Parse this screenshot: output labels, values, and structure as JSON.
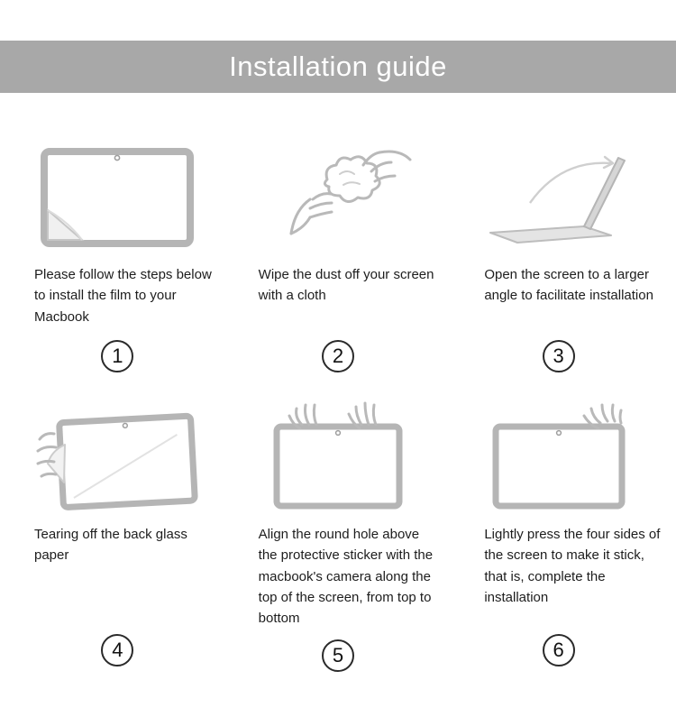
{
  "banner": {
    "title": "Installation guide"
  },
  "colors": {
    "banner_bg": "#a8a8a8",
    "banner_text": "#ffffff",
    "body_text": "#1d1d1d",
    "illustration_line": "#b9b9b9",
    "device_bezel": "#b5b5b5"
  },
  "steps": [
    {
      "number": "1",
      "icon": "tablet-peel-film-icon",
      "text": "Please follow the steps below to install the film to your Macbook"
    },
    {
      "number": "2",
      "icon": "wipe-cloth-icon",
      "text": "Wipe the dust off your screen with a cloth"
    },
    {
      "number": "3",
      "icon": "open-laptop-icon",
      "text": "Open the screen to a larger angle to facilitate installation"
    },
    {
      "number": "4",
      "icon": "tear-back-paper-icon",
      "text": "Tearing off the back glass paper"
    },
    {
      "number": "5",
      "icon": "align-film-icon",
      "text": "Align the round hole above the protective sticker with the macbook's camera along the top of the screen, from top to bottom"
    },
    {
      "number": "6",
      "icon": "press-four-sides-icon",
      "text": "Lightly press the four sides of the screen to make it stick, that is, complete the installation"
    }
  ]
}
